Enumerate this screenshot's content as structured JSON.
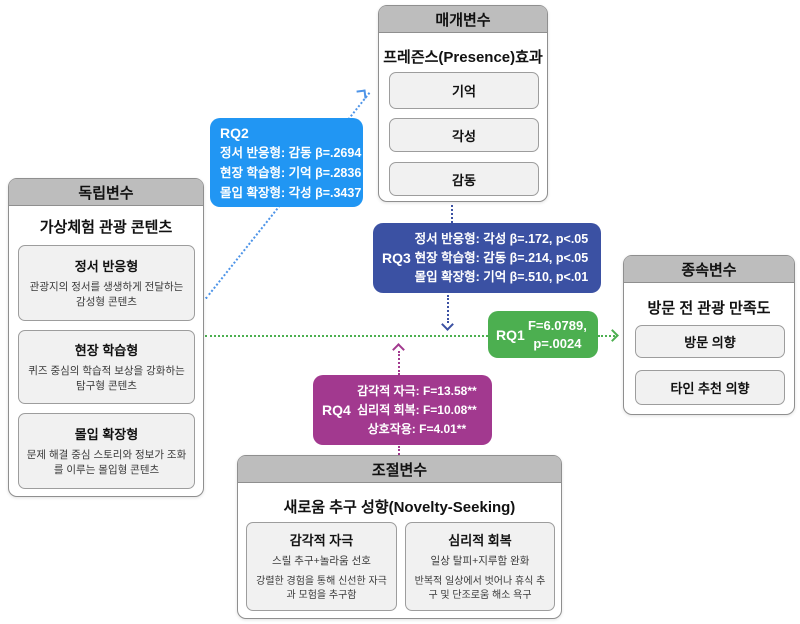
{
  "diagram": {
    "independent": {
      "header": "독립변수",
      "title": "가상체험 관광 콘텐츠",
      "items": [
        {
          "title": "정서 반응형",
          "desc": "관광지의 정서를 생생하게 전달하는 감성형 콘텐츠"
        },
        {
          "title": "현장 학습형",
          "desc": "퀴즈 중심의 학습적 보상을 강화하는 탐구형 콘텐츠"
        },
        {
          "title": "몰입 확장형",
          "desc": "문제 해결 중심 스토리와 정보가 조화를 이루는 몰입형 콘텐츠"
        }
      ]
    },
    "mediator": {
      "header": "매개변수",
      "title": "프레즌스(Presence)효과",
      "items": [
        {
          "title": "기억"
        },
        {
          "title": "각성"
        },
        {
          "title": "감동"
        }
      ]
    },
    "dependent": {
      "header": "종속변수",
      "title": "방문 전 관광 만족도",
      "items": [
        {
          "title": "방문 의향"
        },
        {
          "title": "타인 추천 의향"
        }
      ]
    },
    "moderator": {
      "header": "조절변수",
      "title": "새로움 추구 성향(Novelty-Seeking)",
      "items": [
        {
          "title": "감각적 자극",
          "line1": "스릴 추구+놀라움 선호",
          "line2": "강렬한 경험을 통해 신선한 자극과 모험을 추구함"
        },
        {
          "title": "심리적 회복",
          "line1": "일상 탈피+지루함 완화",
          "line2": "반복적 일상에서 벗어나 휴식 추구 및 단조로움 해소 욕구"
        }
      ]
    },
    "rq2": {
      "label": "RQ2",
      "lines": [
        "정서 반응형: 감동 β=.2694",
        "현장 학습형: 기억 β=.2836",
        "몰입 확장형: 각성 β=.3437"
      ],
      "color": "#2196F3"
    },
    "rq3": {
      "label": "RQ3",
      "lines": [
        "정서 반응형: 각성 β=.172, p<.05",
        "현장 학습형: 감동 β=.214, p<.05",
        "몰입 확장형: 기억 β=.510, p<.01"
      ],
      "color": "#3B51A3"
    },
    "rq1": {
      "label": "RQ1",
      "lines": [
        "F=6.0789,",
        "p=.0024"
      ],
      "color": "#4CAF50"
    },
    "rq4": {
      "label": "RQ4",
      "lines": [
        "감각적 자극: F=13.58**",
        "심리적 회복: F=10.08**",
        "상호작용: F=4.01**"
      ],
      "color": "#A2398F"
    },
    "colors": {
      "header_gray": "#bdbdbd",
      "arrow_blue": "#4D94E8",
      "arrow_darkblue": "#3B51A3",
      "arrow_green": "#4CAF50",
      "arrow_purple": "#A2398F"
    }
  }
}
